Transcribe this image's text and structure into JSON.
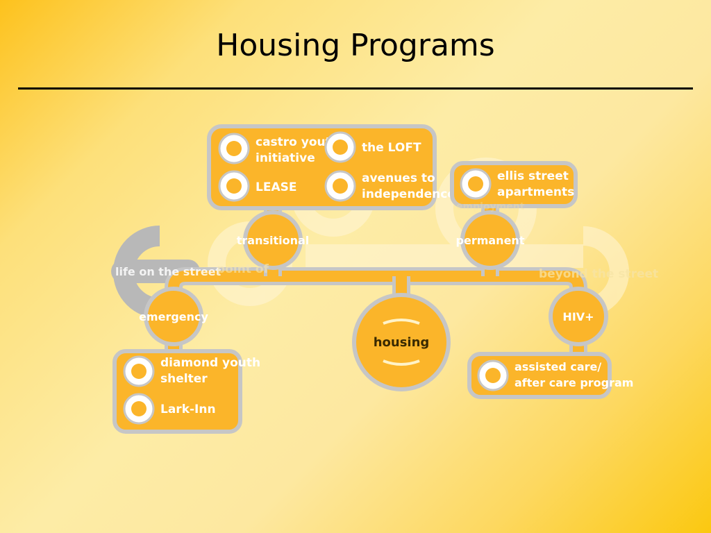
{
  "slide": {
    "title": "Housing Programs"
  },
  "diagram": {
    "center": "housing",
    "stages": {
      "transitional": "transitional",
      "permanent": "permanent",
      "emergency": "emergency",
      "hiv": "HIV+"
    },
    "background": {
      "life_on_the_street": "life on the street",
      "point_of": "point of",
      "beyond_the_street": "beyond the street",
      "employment": "employment"
    },
    "transitional_programs": [
      {
        "line1": "castro youth",
        "line2": "initiative"
      },
      {
        "line1": "the LOFT",
        "line2": ""
      },
      {
        "line1": "LEASE",
        "line2": ""
      },
      {
        "line1": "avenues to",
        "line2": "independence"
      }
    ],
    "permanent_programs": [
      {
        "line1": "ellis street",
        "line2": "apartments"
      }
    ],
    "emergency_programs": [
      {
        "line1": "diamond youth",
        "line2": "shelter"
      },
      {
        "line1": "Lark-Inn",
        "line2": ""
      }
    ],
    "hiv_programs": [
      {
        "line1": "assisted care/",
        "line2": "after care program"
      }
    ]
  },
  "colors": {
    "orange": "#fbb52a",
    "gray": "#c5c5c5",
    "ring": "#fbb52a"
  }
}
